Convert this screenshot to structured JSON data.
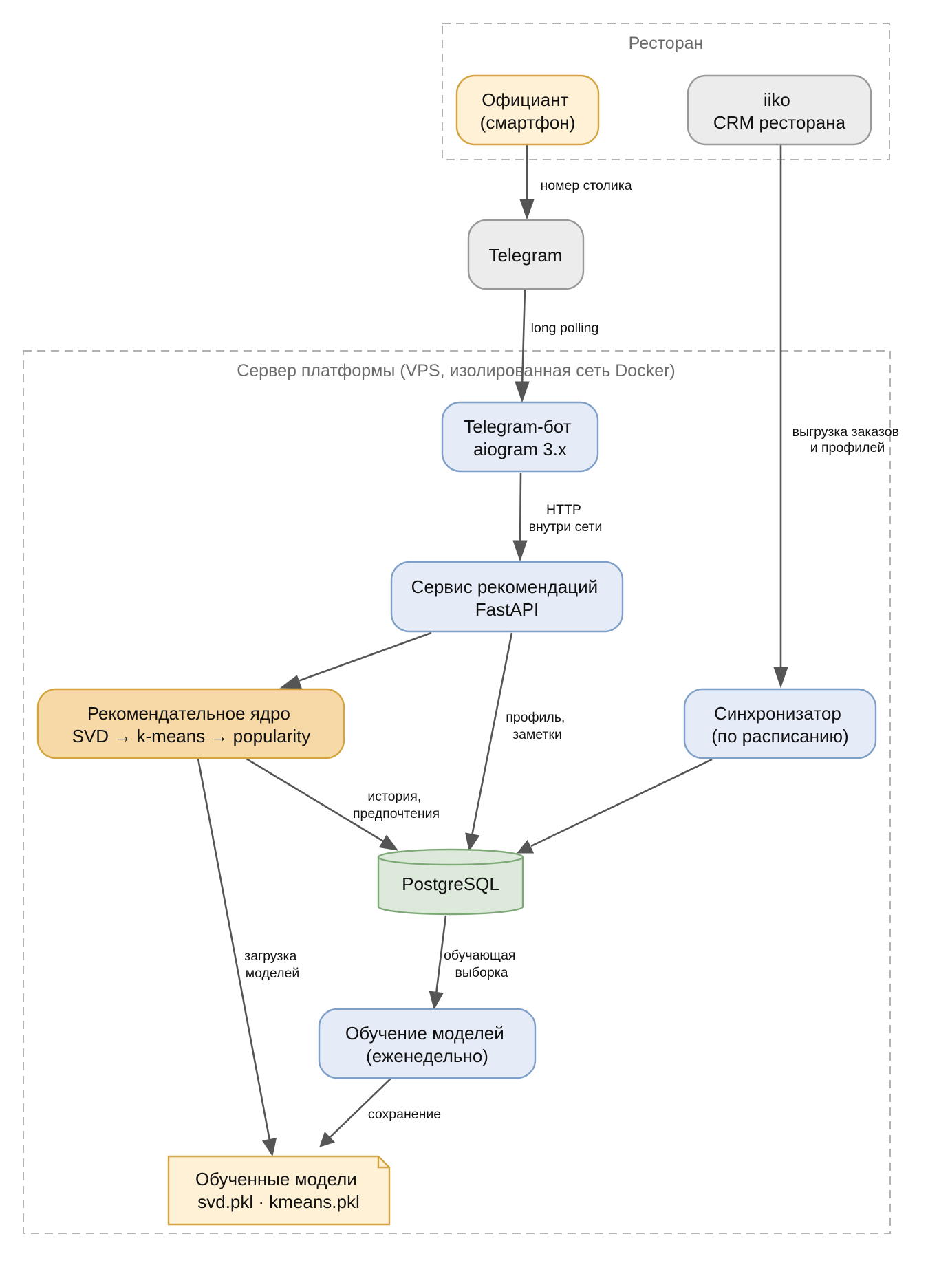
{
  "clusters": {
    "restaurant": "Ресторан",
    "server": "Сервер платформы (VPS, изолированная сеть Docker)"
  },
  "nodes": {
    "waiter": [
      "Официант",
      "(смартфон)"
    ],
    "iiko": [
      "iiko",
      "CRM ресторана"
    ],
    "telegram": [
      "Telegram"
    ],
    "bot": [
      "Telegram-бот",
      "aiogram 3.x"
    ],
    "recsvc": [
      "Сервис рекомендаций",
      "FastAPI"
    ],
    "core": [
      "Рекомендательное ядро",
      "SVD → k-means → popularity"
    ],
    "sync": [
      "Синхронизатор",
      "(по расписанию)"
    ],
    "db": [
      "PostgreSQL"
    ],
    "train": [
      "Обучение моделей",
      "(еженедельно)"
    ],
    "models": [
      "Обученные модели",
      "svd.pkl · kmeans.pkl"
    ]
  },
  "edges": {
    "waiter_telegram": [
      "номер столика"
    ],
    "telegram_bot": [
      "long polling"
    ],
    "iiko_sync": [
      "выгрузка заказов",
      "и профилей"
    ],
    "bot_recsvc": [
      "HTTP",
      "внутри сети"
    ],
    "recsvc_db": [
      "профиль,",
      "заметки"
    ],
    "core_db": [
      "история,",
      "предпочтения"
    ],
    "core_models": [
      "загрузка",
      "моделей"
    ],
    "db_train": [
      "обучающая",
      "выборка"
    ],
    "train_models": [
      "сохранение"
    ]
  },
  "colors": {
    "edge": "#555555",
    "cluster": "#b3b3b3",
    "gray_fill": "#ececec",
    "orange_fill": "#fff1d6",
    "blue_fill": "#e6ecf7",
    "core_fill": "#f6d9a6",
    "green_fill": "#dde9db"
  }
}
